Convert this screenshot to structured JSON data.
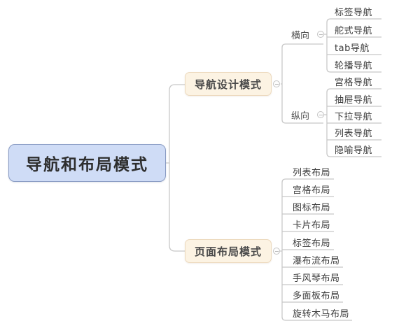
{
  "root": {
    "label": "导航和布局模式"
  },
  "branches": [
    {
      "label": "导航设计模式",
      "groups": [
        {
          "label": "横向",
          "children": [
            "标签导航",
            "舵式导航",
            "tab导航",
            "轮播导航"
          ]
        },
        {
          "label": "纵向",
          "children": [
            "宫格导航",
            "抽屉导航",
            "下拉导航",
            "列表导航",
            "隐喻导航"
          ]
        }
      ]
    },
    {
      "label": "页面布局模式",
      "children": [
        "列表布局",
        "宫格布局",
        "图标布局",
        "卡片布局",
        "标签布局",
        "瀑布流布局",
        "手风琴布局",
        "多面板布局",
        "旋转木马布局"
      ]
    }
  ],
  "icons": {
    "collapse": "minus-circle"
  },
  "colors": {
    "root_fill": "#cfdcf6",
    "root_border": "#8a9cc4",
    "branch_fill": "#fcf3e3",
    "branch_border": "#ecd9bd",
    "connector_line": "#c8c8c8",
    "text": "#3d3d3d",
    "background": "#ffffff"
  }
}
